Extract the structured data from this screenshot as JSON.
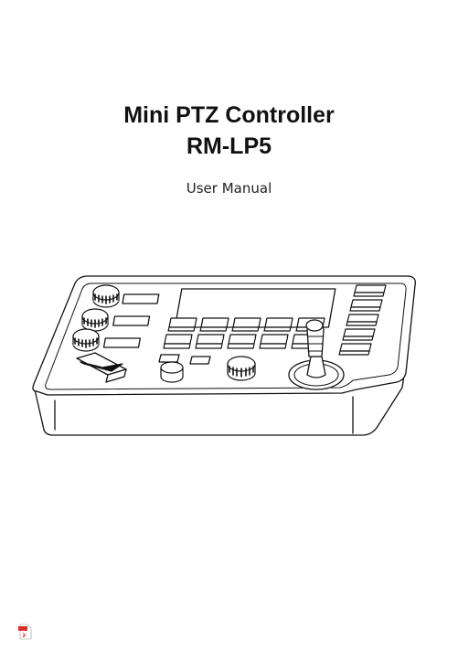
{
  "cover": {
    "title_line1": "Mini PTZ Controller",
    "title_line2": "RM-LP5",
    "subtitle": "User Manual"
  },
  "icons": {
    "illustration": "ptz-controller-drawing",
    "pdf": "pdf-file-icon"
  },
  "colors": {
    "text": "#111111",
    "line": "#111111",
    "pdf_red": "#d9302c"
  }
}
